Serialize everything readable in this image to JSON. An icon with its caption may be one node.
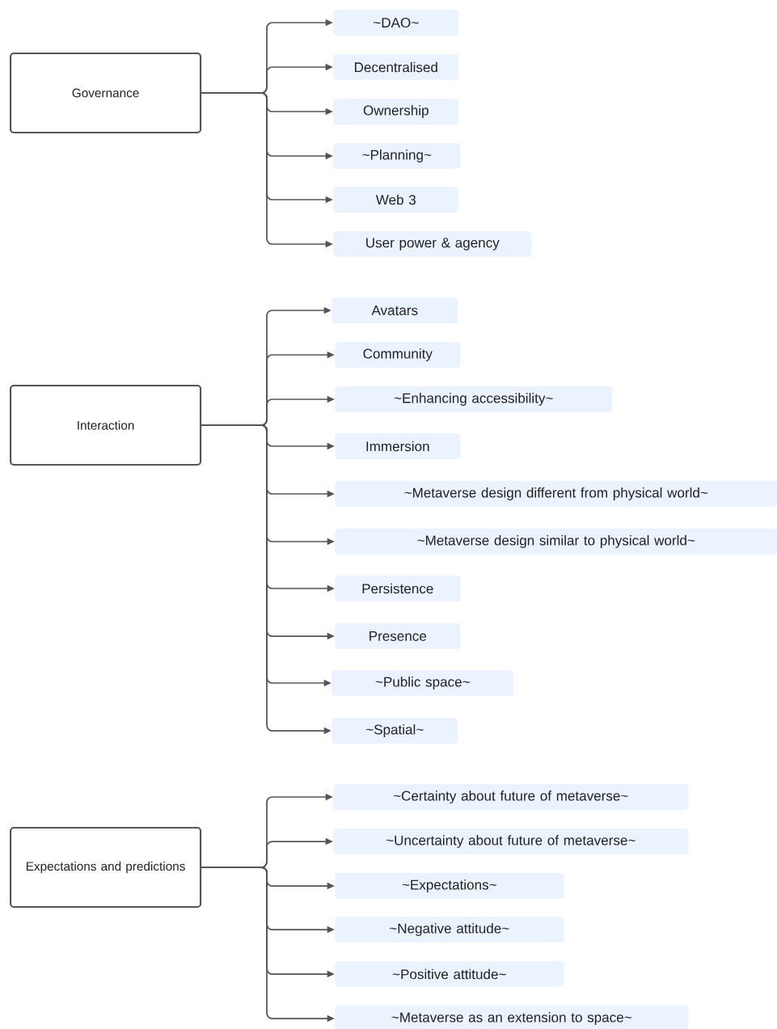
{
  "diagram": {
    "nodes": [
      {
        "text": [
          "Governance"
        ]
      },
      {
        "text": [
          "~DAO~"
        ]
      },
      {
        "text": [
          "Decentralised"
        ]
      },
      {
        "text": [
          "Ownership"
        ]
      },
      {
        "text": [
          "~Planning~"
        ]
      },
      {
        "text": [
          "Web 3"
        ]
      },
      {
        "text": [
          "User power & agency"
        ]
      },
      {
        "text": [
          "Interaction"
        ]
      },
      {
        "text": [
          "Avatars"
        ]
      },
      {
        "text": [
          "Community"
        ]
      },
      {
        "text": [
          "~Enhancing accessibility~"
        ]
      },
      {
        "text": [
          "Immersion"
        ]
      },
      {
        "text": [
          "~Metaverse design different from physical world~"
        ]
      },
      {
        "text": [
          "~Metaverse design similar to physical world~"
        ]
      },
      {
        "text": [
          "Persistence"
        ]
      },
      {
        "text": [
          "Presence"
        ]
      },
      {
        "text": [
          "~Public space~"
        ]
      },
      {
        "text": [
          "~Spatial~"
        ]
      },
      {
        "text": [
          "Expectations and predictions"
        ]
      },
      {
        "text": [
          "~Certainty about future of metaverse~"
        ]
      },
      {
        "text": [
          "~Uncertainty about future of metaverse~"
        ]
      },
      {
        "text": [
          "~Expectations~"
        ]
      },
      {
        "text": [
          "~Negative attitude~"
        ]
      },
      {
        "text": [
          "~Positive attitude~"
        ]
      },
      {
        "text": [
          "~Metaverse as an extension to space~"
        ]
      }
    ],
    "edges": [
      {
        "from": 0,
        "to": 1,
        "arrow": "to"
      },
      {
        "from": 0,
        "to": 2,
        "arrow": "to"
      },
      {
        "from": 0,
        "to": 3,
        "arrow": "to"
      },
      {
        "from": 0,
        "to": 4,
        "arrow": "to"
      },
      {
        "from": 0,
        "to": 5,
        "arrow": "to"
      },
      {
        "from": 0,
        "to": 6,
        "arrow": "to"
      },
      {
        "from": 7,
        "to": 8,
        "arrow": "to"
      },
      {
        "from": 7,
        "to": 9,
        "arrow": "to"
      },
      {
        "from": 7,
        "to": 10,
        "arrow": "to"
      },
      {
        "from": 7,
        "to": 11,
        "arrow": "to"
      },
      {
        "from": 7,
        "to": 12,
        "arrow": "to"
      },
      {
        "from": 7,
        "to": 13,
        "arrow": "to"
      },
      {
        "from": 7,
        "to": 14,
        "arrow": "to"
      },
      {
        "from": 7,
        "to": 15,
        "arrow": "to"
      },
      {
        "from": 7,
        "to": 16,
        "arrow": "to"
      },
      {
        "from": 7,
        "to": 17,
        "arrow": "to"
      },
      {
        "from": 18,
        "to": 19,
        "arrow": "to"
      },
      {
        "from": 18,
        "to": 20,
        "arrow": "to"
      },
      {
        "from": 18,
        "to": 21,
        "arrow": "to"
      },
      {
        "from": 18,
        "to": 22,
        "arrow": "to"
      },
      {
        "from": 18,
        "to": 23,
        "arrow": "to"
      },
      {
        "from": 18,
        "to": 24,
        "arrow": "to"
      }
    ]
  }
}
